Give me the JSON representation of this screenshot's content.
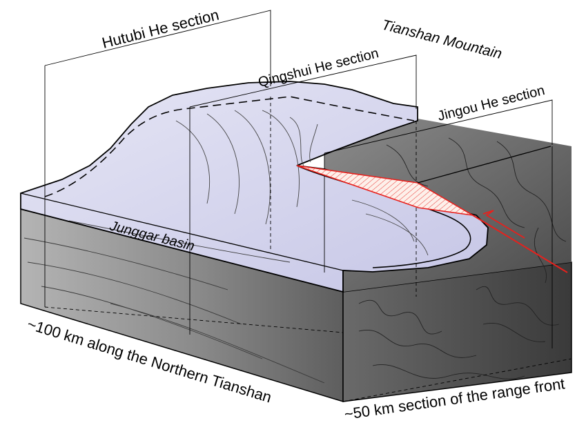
{
  "labels": {
    "hutubi": "Hutubi He section",
    "qingshui": "Qingshui He section",
    "jingou": "Jingou He section",
    "tianshan": "Tianshan Mountain",
    "junggar": "Junggar basin",
    "along_front": "~100 km along the Northern Tianshan",
    "range_front": "~50 km section of the range front"
  },
  "colors": {
    "surface": "#d8d8ee",
    "fault": "#e8201c",
    "fault_fill": "#fbe3dc",
    "line": "#000000"
  }
}
